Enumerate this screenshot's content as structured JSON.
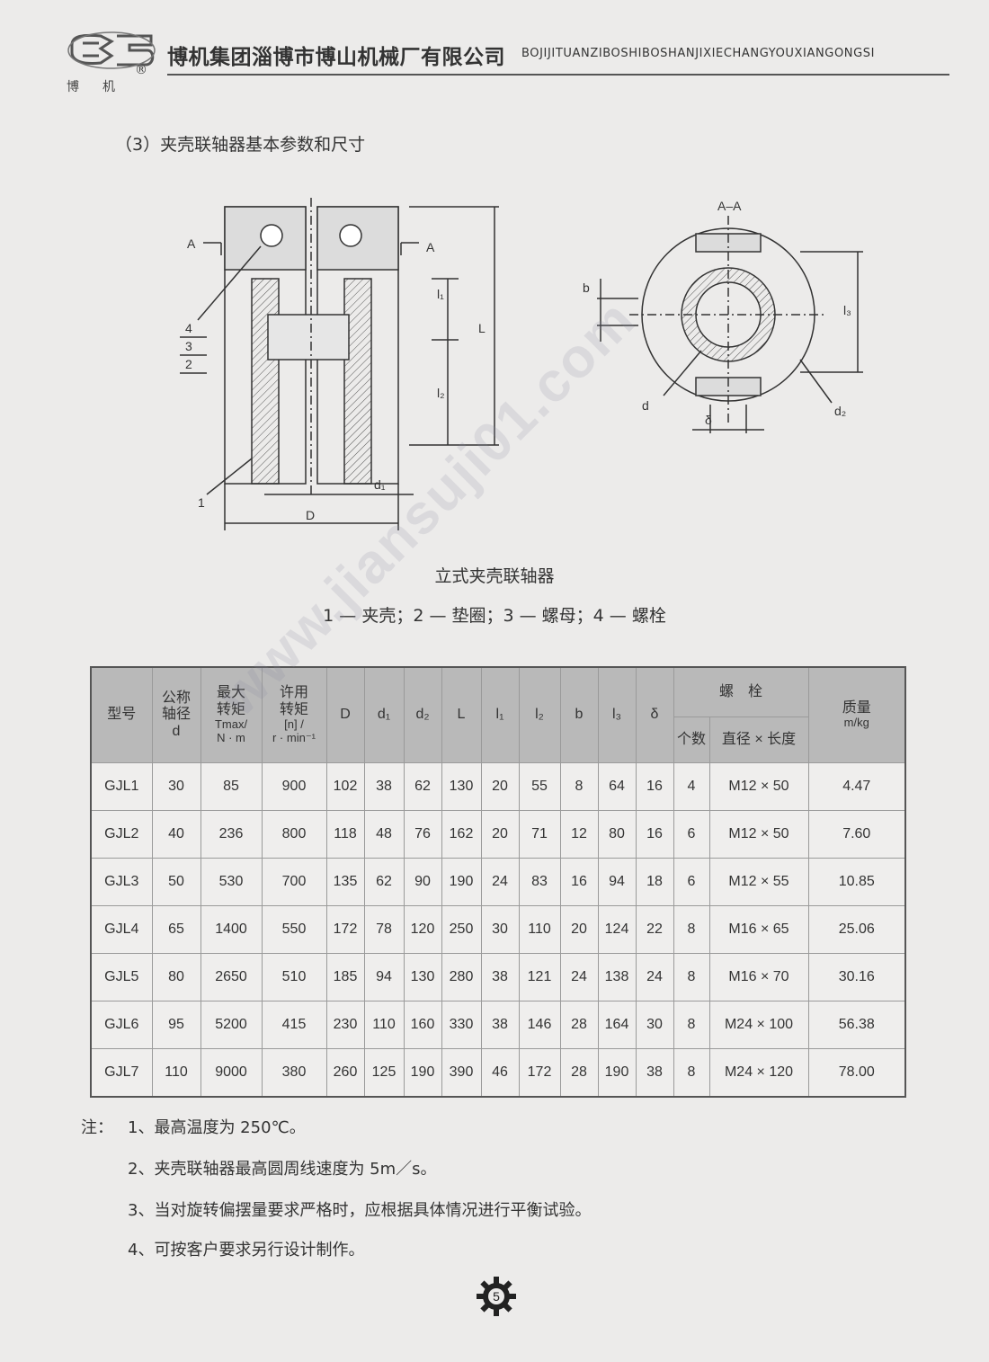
{
  "header": {
    "logo_text": "博机",
    "registered": "®",
    "company_cn": "博机集团淄博市博山机械厂有限公司",
    "company_en": "BOJIJITUANZIBOSHIBOSHANJIXIECHANGYOUXIANGONGSI"
  },
  "section_title": "（3）夹壳联轴器基本参数和尺寸",
  "drawing": {
    "labels": {
      "A_left": "A",
      "A_right": "A",
      "AA": "A–A",
      "n4": "4",
      "n3": "3",
      "n2": "2",
      "n1": "1",
      "l1": "l₁",
      "l2": "l₂",
      "L": "L",
      "d1": "d₁",
      "D": "D",
      "b": "b",
      "l3": "l₃",
      "d": "d",
      "d2": "d₂",
      "delta": "δ"
    }
  },
  "figure": {
    "title": "立式夹壳联轴器",
    "legend": "1 — 夹壳；2 — 垫圈；3 — 螺母；4 — 螺栓"
  },
  "table": {
    "headers": {
      "model": "型号",
      "nominal_diameter": [
        "公称",
        "轴径",
        "d"
      ],
      "max_torque": [
        "最大",
        "转矩",
        "Tmax/",
        "N · m"
      ],
      "allowed_speed": [
        "许用",
        "转矩",
        "[n] /",
        "r · min⁻¹"
      ],
      "D": "D",
      "d1": "d₁",
      "d2": "d₂",
      "L": "L",
      "l1": "l₁",
      "l2": "l₂",
      "b": "b",
      "l3": "l₃",
      "delta": "δ",
      "bolt": "螺　栓",
      "bolt_count": "个数",
      "bolt_size": "直径 × 长度",
      "mass": [
        "质量",
        "m/kg"
      ]
    },
    "rows": [
      [
        "GJL1",
        "30",
        "85",
        "900",
        "102",
        "38",
        "62",
        "130",
        "20",
        "55",
        "8",
        "64",
        "16",
        "4",
        "M12 × 50",
        "4.47"
      ],
      [
        "GJL2",
        "40",
        "236",
        "800",
        "118",
        "48",
        "76",
        "162",
        "20",
        "71",
        "12",
        "80",
        "16",
        "6",
        "M12 × 50",
        "7.60"
      ],
      [
        "GJL3",
        "50",
        "530",
        "700",
        "135",
        "62",
        "90",
        "190",
        "24",
        "83",
        "16",
        "94",
        "18",
        "6",
        "M12 × 55",
        "10.85"
      ],
      [
        "GJL4",
        "65",
        "1400",
        "550",
        "172",
        "78",
        "120",
        "250",
        "30",
        "110",
        "20",
        "124",
        "22",
        "8",
        "M16 × 65",
        "25.06"
      ],
      [
        "GJL5",
        "80",
        "2650",
        "510",
        "185",
        "94",
        "130",
        "280",
        "38",
        "121",
        "24",
        "138",
        "24",
        "8",
        "M16 × 70",
        "30.16"
      ],
      [
        "GJL6",
        "95",
        "5200",
        "415",
        "230",
        "110",
        "160",
        "330",
        "38",
        "146",
        "28",
        "164",
        "30",
        "8",
        "M24 × 100",
        "56.38"
      ],
      [
        "GJL7",
        "110",
        "9000",
        "380",
        "260",
        "125",
        "190",
        "390",
        "46",
        "172",
        "28",
        "190",
        "38",
        "8",
        "M24 × 120",
        "78.00"
      ]
    ]
  },
  "notes": {
    "prefix": "注：",
    "items": [
      "1、最高温度为 250℃。",
      "2、夹壳联轴器最高圆周线速度为 5m／s。",
      "3、当对旋转偏摆量要求严格时，应根据具体情况进行平衡试验。",
      "4、可按客户要求另行设计制作。"
    ]
  },
  "page_number": "5",
  "watermark": "www.jiansuji01.com"
}
